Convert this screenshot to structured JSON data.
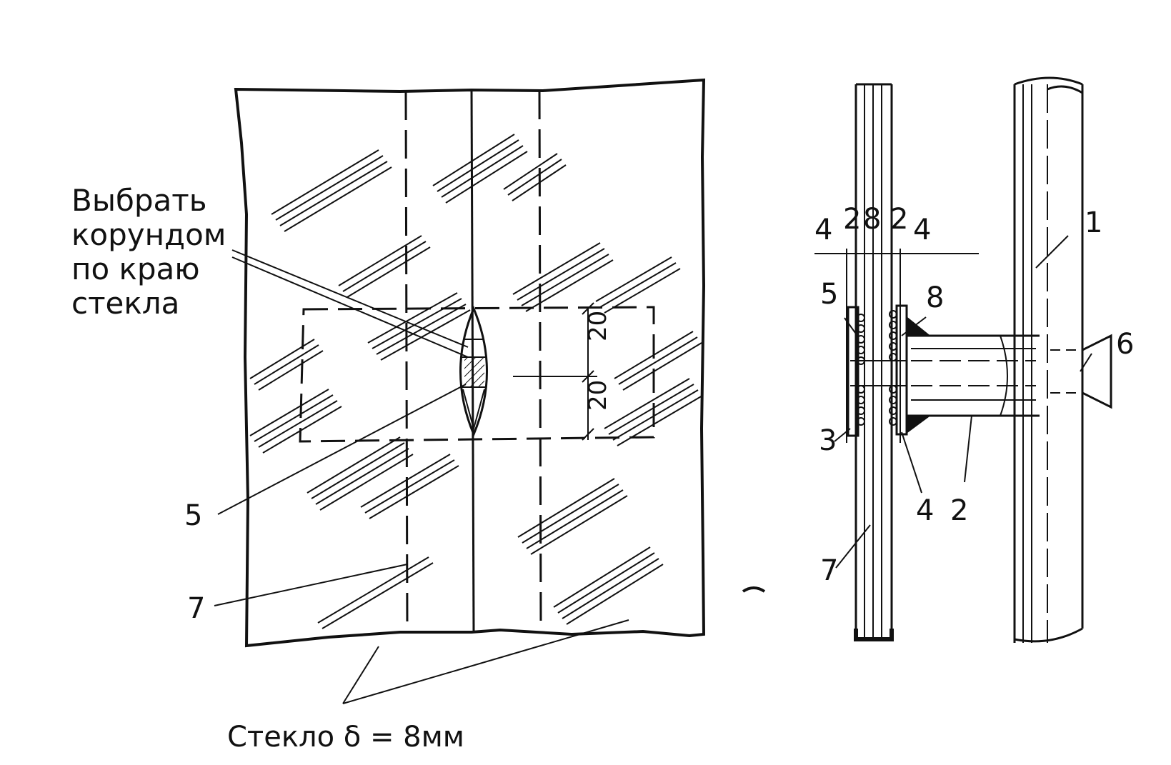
{
  "left_view": {
    "note_lines": [
      "Выбрать",
      "корундом",
      "по краю",
      "стекла"
    ],
    "dim_a": "20",
    "dim_b": "20",
    "label_5": "5",
    "label_7": "7",
    "caption": "Стекло  δ = 8мм"
  },
  "right_view": {
    "dims": [
      "4",
      "2",
      "8",
      "2",
      "4"
    ],
    "labels": {
      "l1": "1",
      "l2": "2",
      "l3": "3",
      "l4": "4",
      "l5": "5",
      "l6": "6",
      "l7": "7",
      "l8": "8"
    }
  },
  "colors": {
    "ink": "#111111",
    "paper": "#ffffff"
  }
}
